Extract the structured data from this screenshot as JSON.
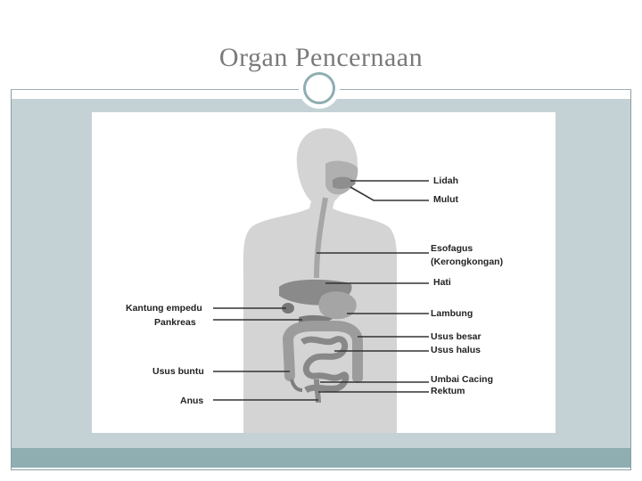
{
  "slide": {
    "title": "Organ Pencernaan"
  },
  "diagram": {
    "labels_right": {
      "lidah": "Lidah",
      "mulut": "Mulut",
      "esofagus": "Esofagus",
      "kerongkongan": "(Kerongkongan)",
      "hati": "Hati",
      "lambung": "Lambung",
      "usus_besar": "Usus besar",
      "usus_halus": "Usus halus",
      "umbai_cacing": "Umbai Cacing",
      "rektum": "Rektum"
    },
    "labels_left": {
      "kantung_empedu": "Kantung empedu",
      "pankreas": "Pankreas",
      "usus_buntu": "Usus buntu",
      "anus": "Anus"
    }
  },
  "colors": {
    "content_band": "#c5d2d5",
    "footer_band": "#8eaeb2",
    "title_text": "#7a7a7a"
  }
}
